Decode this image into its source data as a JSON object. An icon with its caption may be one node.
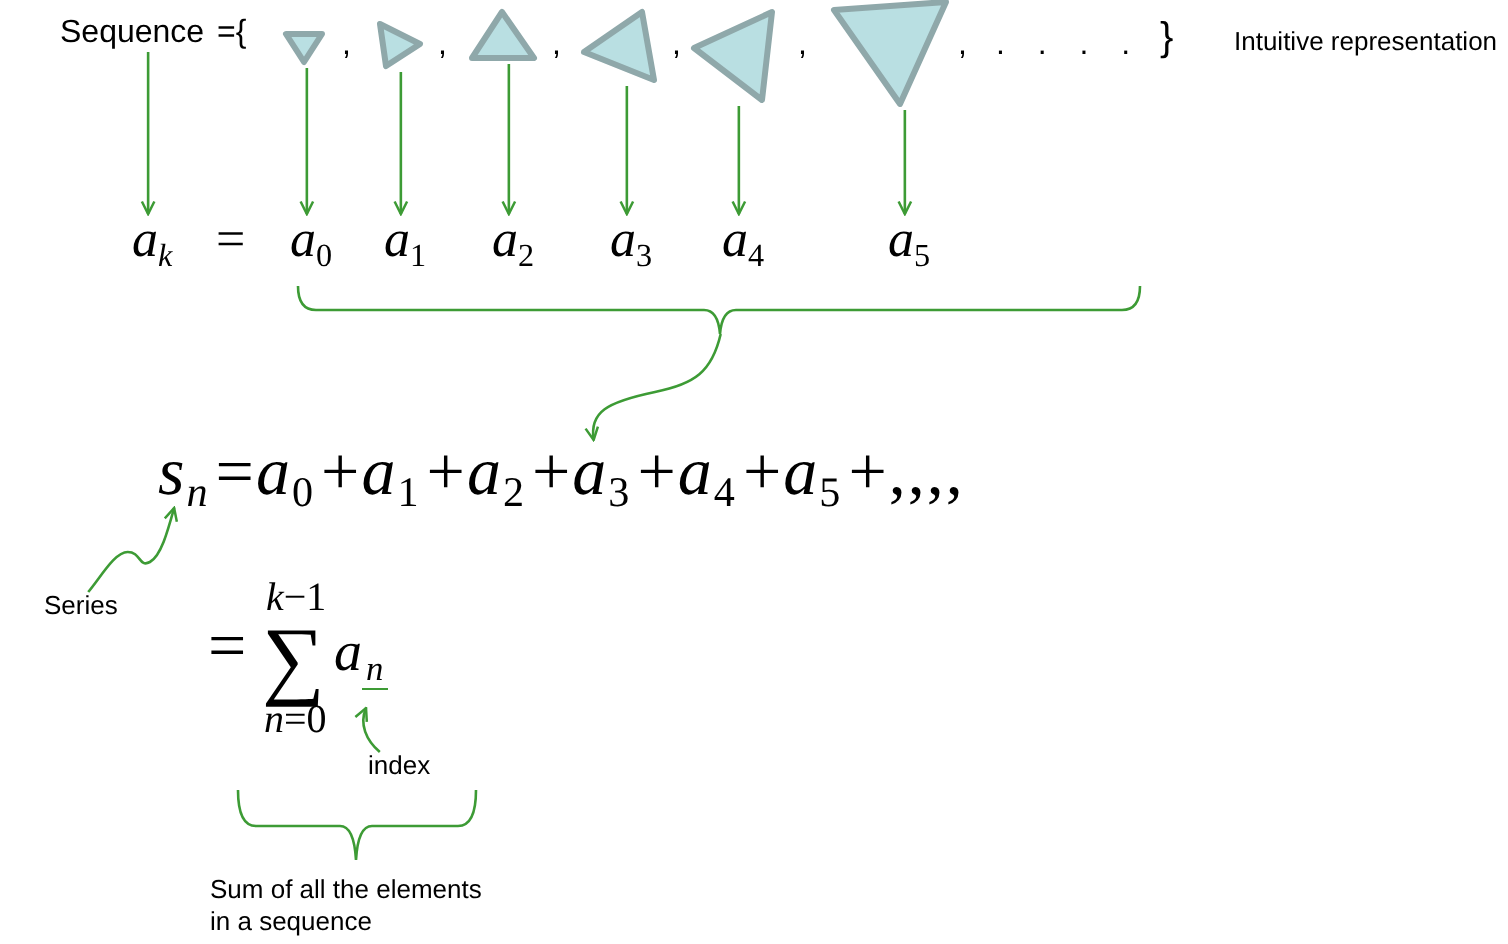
{
  "diagram": {
    "nodes": [
      {
        "text": [
          "Sequence ={"
        ]
      },
      {
        "text": [],
        "shape": "triangle"
      },
      {
        "text": [],
        "shape": "triangle"
      },
      {
        "text": [],
        "shape": "triangle"
      },
      {
        "text": [],
        "shape": "triangle"
      },
      {
        "text": [],
        "shape": "triangle"
      },
      {
        "text": [],
        "shape": "triangle"
      },
      {
        "text": [
          "*a*$_{k}$"
        ]
      },
      {
        "text": [
          "*a*$_{0}$"
        ]
      },
      {
        "text": [
          "*a*$_{1}$"
        ]
      },
      {
        "text": [
          "*a*$_{2}$"
        ]
      },
      {
        "text": [
          "*a*$_{3}$"
        ]
      },
      {
        "text": [
          "*a*$_{4}$"
        ]
      },
      {
        "text": [
          "*a*$_{5}$"
        ]
      },
      {
        "text": [],
        "shape": "brace"
      },
      {
        "text": [
          "*s*$_{n}$=*a*$_{0}$+*a*$_{1}$+*a*$_{2}$+*a*$_{3}$+*a*$_{4}$+*a*$_{5}$+,,,,"
        ]
      },
      {
        "text": [
          "Series"
        ]
      },
      {
        "text": [
          "=",
          "*k*−1",
          "∑",
          "*n*=0"
        ]
      },
      {
        "text": [
          "*a*$_{n}$"
        ]
      },
      {
        "text": [
          "index"
        ]
      }
    ],
    "edges": [
      {
        "from": 0,
        "to": 7,
        "arrow": "to"
      },
      {
        "from": 1,
        "to": 8,
        "arrow": "to"
      },
      {
        "from": 2,
        "to": 9,
        "arrow": "to"
      },
      {
        "from": 3,
        "to": 10,
        "arrow": "to"
      },
      {
        "from": 4,
        "to": 11,
        "arrow": "to"
      },
      {
        "from": 5,
        "to": 12,
        "arrow": "to"
      },
      {
        "from": 6,
        "to": 13,
        "arrow": "to"
      },
      {
        "from": 14,
        "to": 15,
        "arrow": "to"
      },
      {
        "from": 16,
        "to": 15,
        "arrow": "to"
      },
      {
        "from": 19,
        "to": 18,
        "arrow": "to"
      }
    ],
    "labels": [
      ",",
      ",",
      ",",
      ",",
      ",",
      ",",
      ". . . .",
      "}",
      "Intuitive representation",
      "=",
      "Sum of all the elements in a sequence"
    ]
  }
}
